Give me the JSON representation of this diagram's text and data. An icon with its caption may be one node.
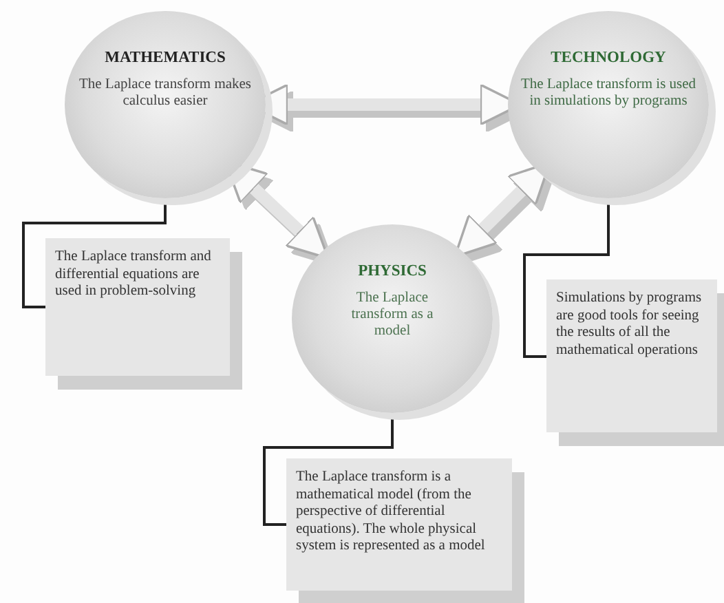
{
  "diagram": {
    "nodes": [
      {
        "text": [
          "MATHEMATICS",
          "The Laplace transform makes calculus easier"
        ]
      },
      {
        "text": [
          "TECHNOLOGY",
          "The Laplace transform is used in simulations by programs"
        ]
      },
      {
        "text": [
          "The Laplace transform and differential equations are used in problem-solving"
        ]
      },
      {
        "text": [
          "PHYSICS",
          "The Laplace transform as a model"
        ]
      },
      {
        "text": [
          "Simulations by programs are good tools for seeing the results of all the mathematical operations"
        ]
      },
      {
        "text": [
          "The Laplace transform is a mathematical model (from the perspective of differential equations). The whole physical system is represented as a model"
        ]
      }
    ],
    "edges": [
      {
        "from": 0,
        "to": 1,
        "arrow": "both",
        "style": "thick"
      },
      {
        "from": 0,
        "to": 3,
        "arrow": "both",
        "style": "thick"
      },
      {
        "from": 1,
        "to": 3,
        "arrow": "both",
        "style": "thick"
      },
      {
        "from": 0,
        "to": 2,
        "arrow": "none",
        "color": "#222222"
      },
      {
        "from": 1,
        "to": 4,
        "arrow": "none",
        "color": "#222222"
      },
      {
        "from": 3,
        "to": 5,
        "arrow": "none",
        "color": "#222222"
      }
    ]
  }
}
